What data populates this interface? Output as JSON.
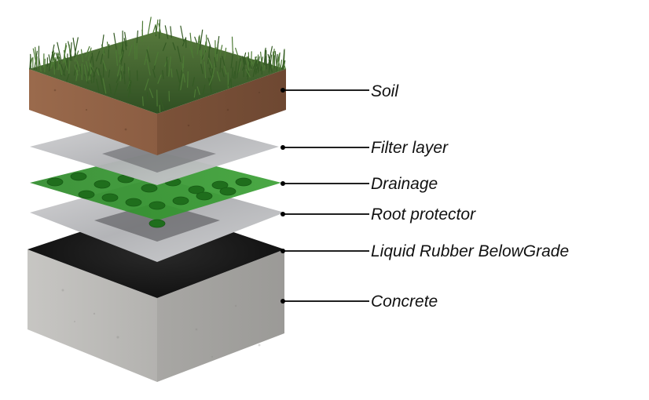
{
  "diagram": {
    "layers": [
      {
        "id": "soil",
        "label": "Soil",
        "color": "#8a5d42"
      },
      {
        "id": "filter",
        "label": "Filter layer",
        "color": "#b9b9bb"
      },
      {
        "id": "drainage",
        "label": "Drainage",
        "color": "#2f8f2a"
      },
      {
        "id": "root",
        "label": "Root protector",
        "color": "#c9c9c9"
      },
      {
        "id": "rubber",
        "label": "Liquid Rubber BelowGrade",
        "color": "#111111"
      },
      {
        "id": "concrete",
        "label": "Concrete",
        "color": "#b1b0ad"
      }
    ],
    "colors": {
      "grass": "#3d6b2a",
      "leader_line": "#000000"
    }
  }
}
